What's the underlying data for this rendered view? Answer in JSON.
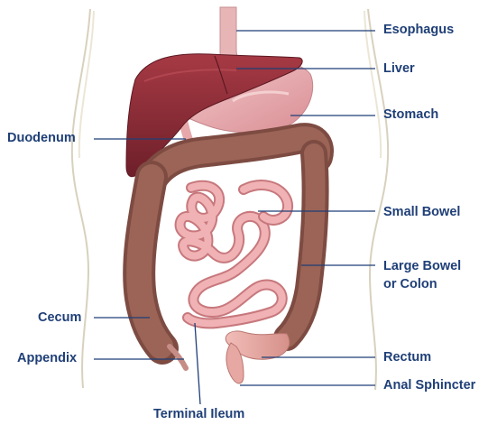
{
  "colors": {
    "label_text": "#1f3f77",
    "leader_line": "#1f3f77",
    "liver": "#8e2a37",
    "stomach": "#e3a3a8",
    "colon": "#8a574c",
    "small_bowel": "#e9a1a4",
    "body_outline": "#cfc8b4"
  },
  "labels": {
    "esophagus": "Esophagus",
    "liver": "Liver",
    "stomach": "Stomach",
    "duodenum": "Duodenum",
    "small_bowel": "Small Bowel",
    "large_bowel_line1": "Large Bowel",
    "large_bowel_line2": "or Colon",
    "cecum": "Cecum",
    "appendix": "Appendix",
    "rectum": "Rectum",
    "anal_sphincter": "Anal Sphincter",
    "terminal_ileum": "Terminal Ileum"
  }
}
